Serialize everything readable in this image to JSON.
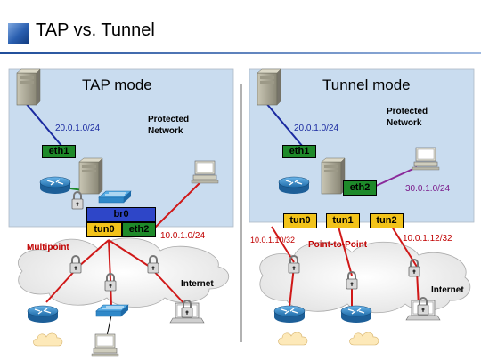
{
  "title": "TAP vs. Tunnel",
  "tap": {
    "heading": "TAP mode",
    "subnet_lan": "20.0.1.0/24",
    "protected": "Protected",
    "network": "Network",
    "eth1": "eth1",
    "br0": "br0",
    "tun0": "tun0",
    "eth2": "eth2",
    "subnet_inet": "10.0.1.0/24",
    "multipoint": "Multipoint",
    "internet": "Internet"
  },
  "tunnel": {
    "heading": "Tunnel mode",
    "subnet_lan": "20.0.1.0/24",
    "protected": "Protected",
    "network": "Network",
    "eth1": "eth1",
    "eth2": "eth2",
    "subnet_eth2": "30.0.1.0/24",
    "tun0": "tun0",
    "tun1": "tun1",
    "tun2": "tun2",
    "addr_left": "10.0.1.10/32",
    "p2p": "Point-to-Point",
    "addr_right": "10.0.1.12/32",
    "internet": "Internet"
  },
  "colors": {
    "panel_bg": "#c9dcef",
    "title_rule": "#3b6bb5",
    "link_blue": "#1a2aa0",
    "link_red": "#d01818",
    "link_purple": "#8a2a9a",
    "eth_green": "#1e8a2a",
    "tun_yellow": "#f2c31a",
    "br_blue": "#2e46c8",
    "router_blue": "#2f88c8"
  }
}
